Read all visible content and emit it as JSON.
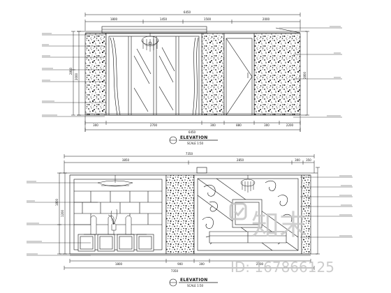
{
  "elevation_top": {
    "dims_top": {
      "overall": "6450",
      "segments": [
        "1800",
        "1450",
        "1500",
        "2000"
      ]
    },
    "dims_bottom": {
      "segments": [
        "300",
        "2700",
        "300",
        "880",
        "300",
        "2200"
      ],
      "overall": "6450"
    },
    "left_dims": [
      "2800",
      "2000"
    ],
    "right_dim": "2800",
    "title": "ELEVATION",
    "scale": "SCALE 1:50"
  },
  "elevation_bottom": {
    "dims_top": {
      "overall": "7350",
      "segments": [
        "3850",
        "2850",
        "300",
        "350"
      ]
    },
    "dims_bottom": {
      "segments": [
        "1800",
        "900",
        "300",
        "2800"
      ],
      "overall": "7350"
    },
    "left_dims": [
      "1800",
      "1200"
    ],
    "title": "ELEVATION",
    "scale": "SCALE 1:50"
  },
  "watermark": {
    "logo_text": "知末",
    "id_text": "ID: 167866125"
  },
  "colors": {
    "line": "#111111",
    "stone": "#444444",
    "watermark": "#c4c4c4"
  }
}
